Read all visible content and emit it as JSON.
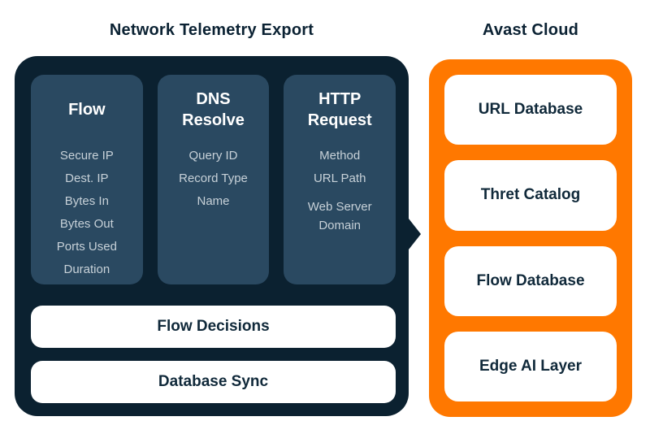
{
  "diagram": {
    "left": {
      "title": "Network Telemetry Export",
      "columns": [
        {
          "header": "Flow",
          "items": [
            "Secure IP",
            "Dest. IP",
            "Bytes In",
            "Bytes Out",
            "Ports Used",
            "Duration"
          ]
        },
        {
          "header": "DNS Resolve",
          "items": [
            "Query ID",
            "Record Type",
            "Name"
          ]
        },
        {
          "header": "HTTP Request",
          "items": [
            "Method",
            "URL Path",
            "Web Server Domain"
          ]
        }
      ],
      "bars": [
        {
          "label": "Flow Decisions"
        },
        {
          "label": "Database Sync"
        }
      ]
    },
    "right": {
      "title": "Avast Cloud",
      "boxes": [
        {
          "label": "URL Database"
        },
        {
          "label": "Thret Catalog"
        },
        {
          "label": "Flow Database"
        },
        {
          "label": "Edge AI Layer"
        }
      ]
    },
    "colors": {
      "panel_navy": "#0b2130",
      "column_navy": "#2a4961",
      "accent_orange": "#ff7800",
      "title_navy": "#0b2233",
      "dark_text": "#10293a",
      "item_text": "#c7d1d8"
    }
  }
}
